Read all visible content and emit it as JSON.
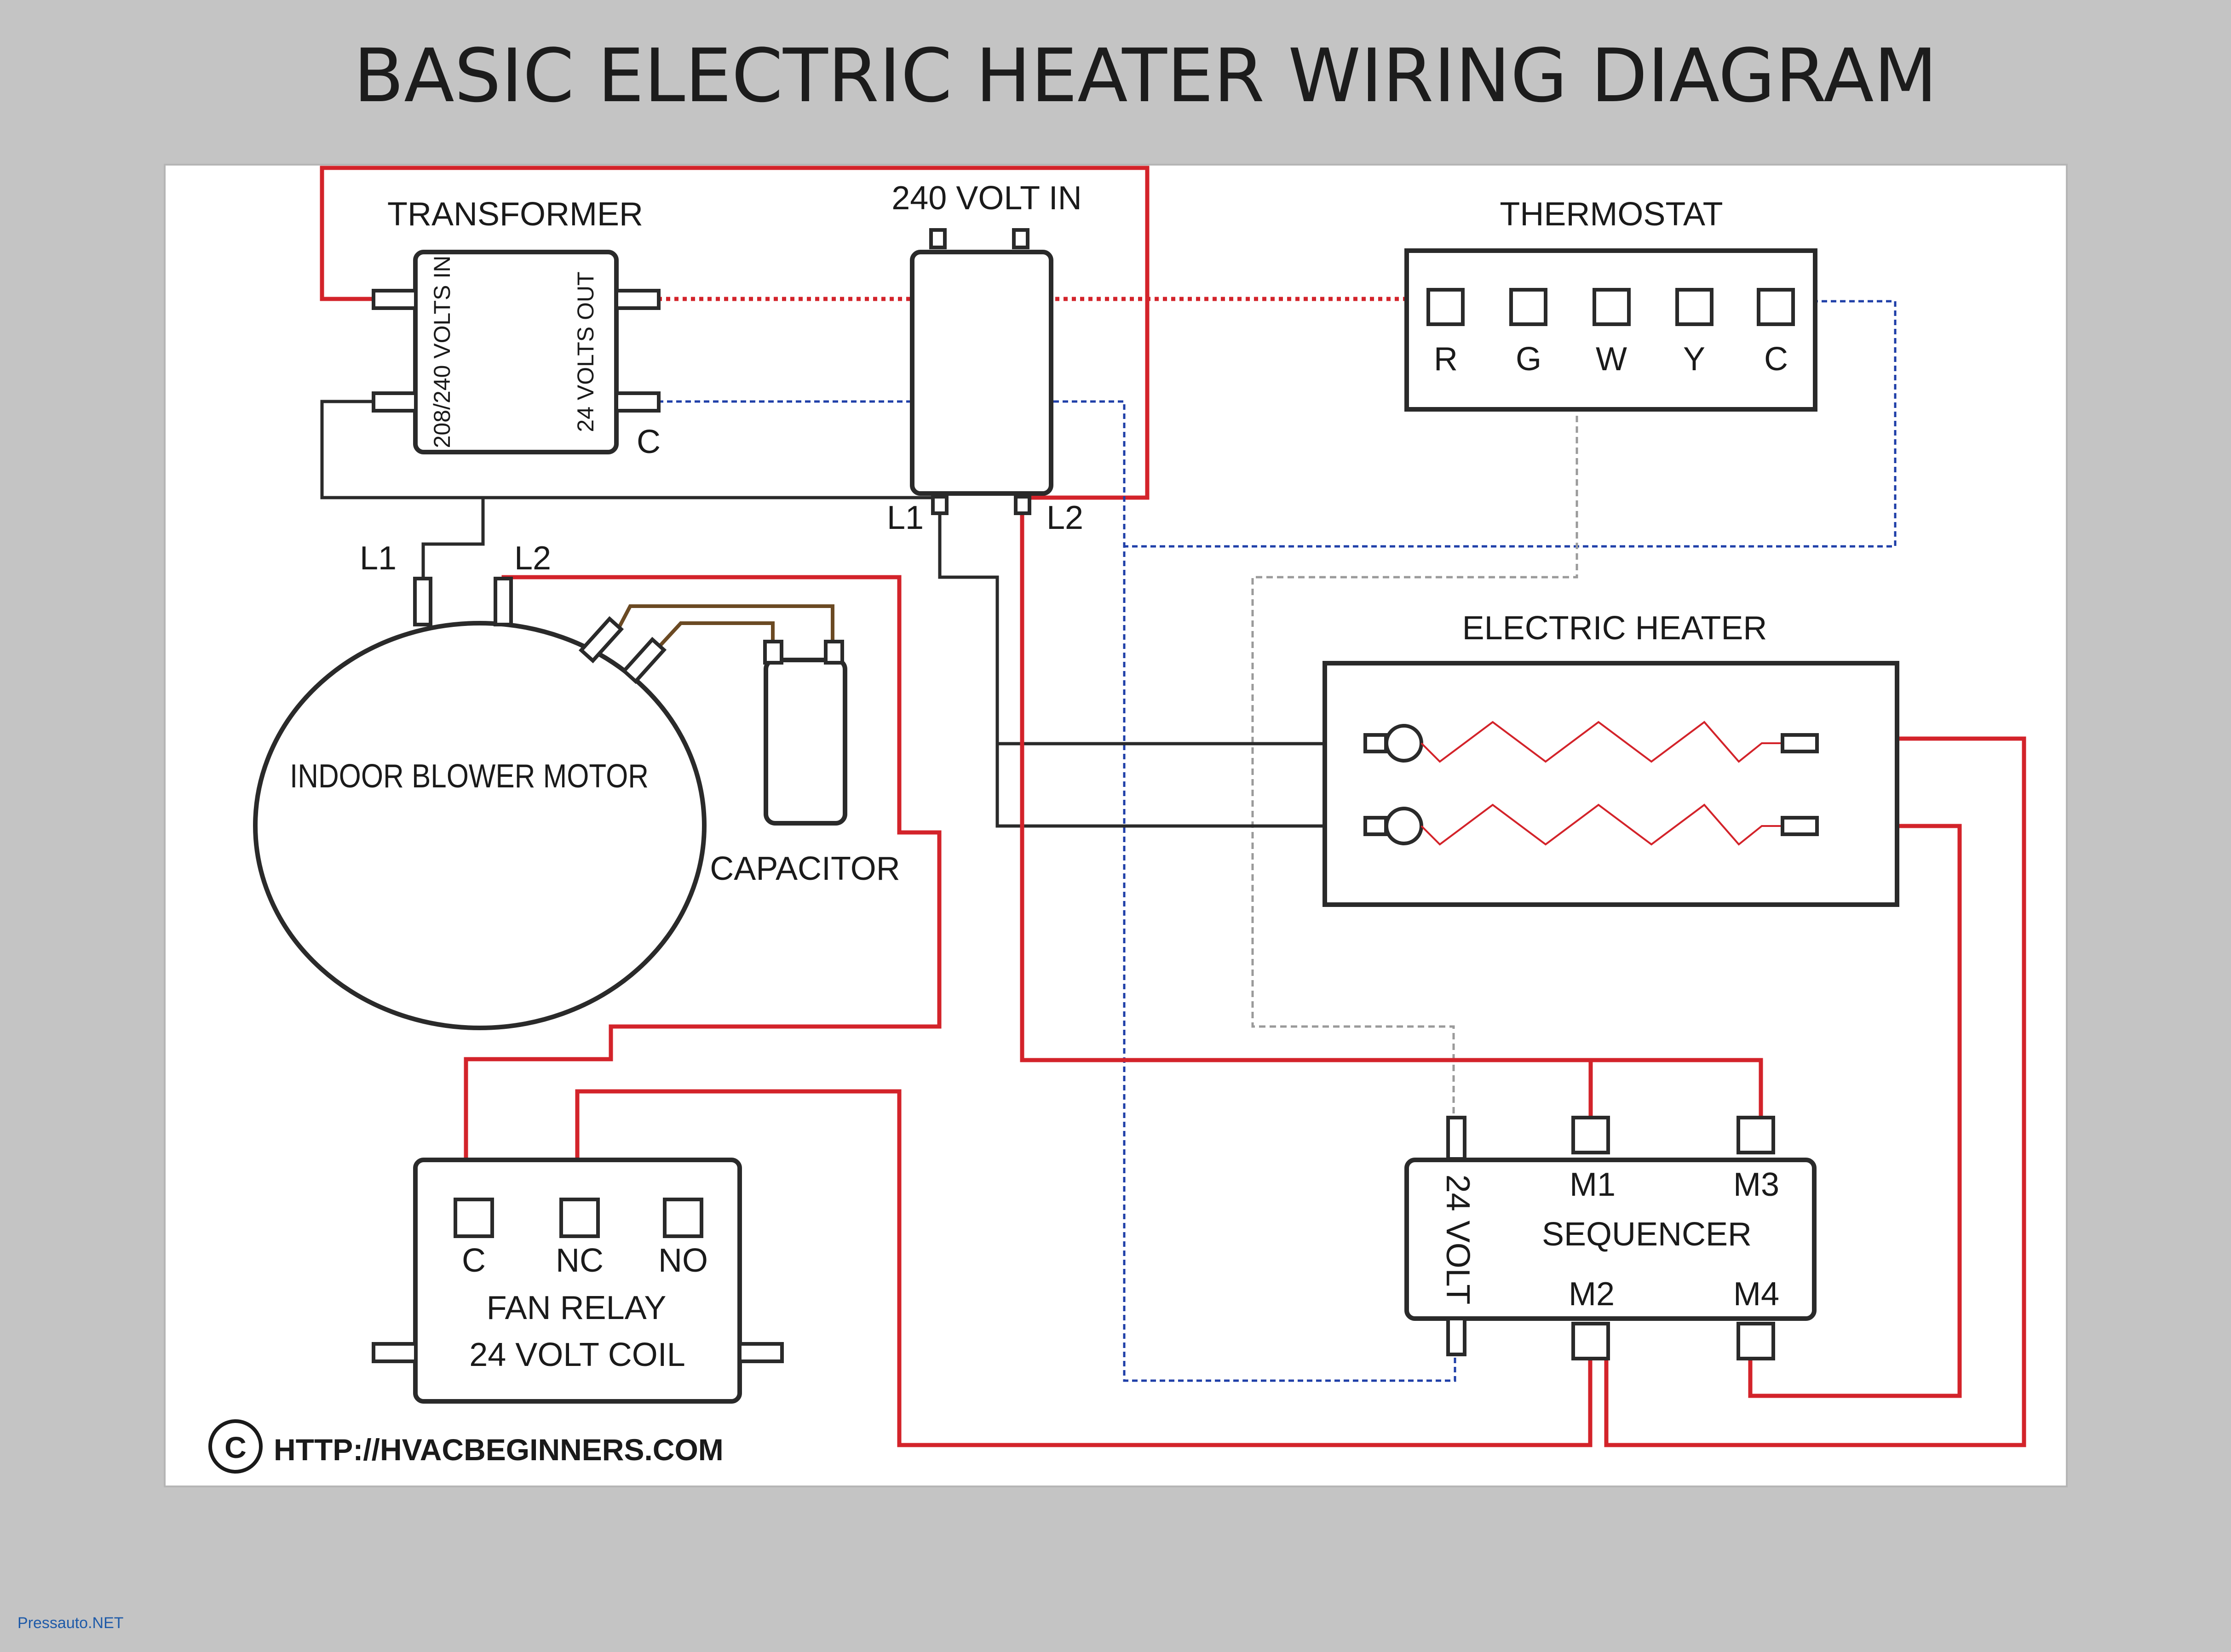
{
  "title": "BASIC ELECTRIC HEATER WIRING DIAGRAM",
  "transformer": {
    "label": "TRANSFORMER",
    "primary_label": "208/240 VOLTS IN",
    "secondary_label": "24 VOLTS OUT",
    "common_label": "C"
  },
  "supply": {
    "label": "240 VOLT IN",
    "l1": "L1",
    "l2": "L2"
  },
  "thermostat": {
    "label": "THERMOSTAT",
    "terminals": [
      "R",
      "G",
      "W",
      "Y",
      "C"
    ]
  },
  "blower_motor": {
    "label": "INDOOR BLOWER MOTOR",
    "l1": "L1",
    "l2": "L2"
  },
  "capacitor": {
    "label": "CAPACITOR"
  },
  "heater": {
    "label": "ELECTRIC HEATER"
  },
  "fan_relay": {
    "terminals": [
      "C",
      "NC",
      "NO"
    ],
    "label_line1": "FAN RELAY",
    "label_line2": "24 VOLT COIL"
  },
  "sequencer": {
    "label": "SEQUENCER",
    "coil_label": "24 VOLT",
    "m1": "M1",
    "m2": "M2",
    "m3": "M3",
    "m4": "M4"
  },
  "credit": {
    "copyright_symbol": "C",
    "url": "HTTP://HVACBEGINNERS.COM"
  },
  "watermark": "Pressauto.NET",
  "colors": {
    "line_voltage": "#d3232a",
    "low_voltage_common": "#1f3fa8",
    "heat_call_w": "#9a9a9a",
    "motor_capacitor": "#6b4a23",
    "neutral_wiring": "#2a2a2a",
    "background": "#c4c4c4",
    "panel": "#ffffff"
  }
}
